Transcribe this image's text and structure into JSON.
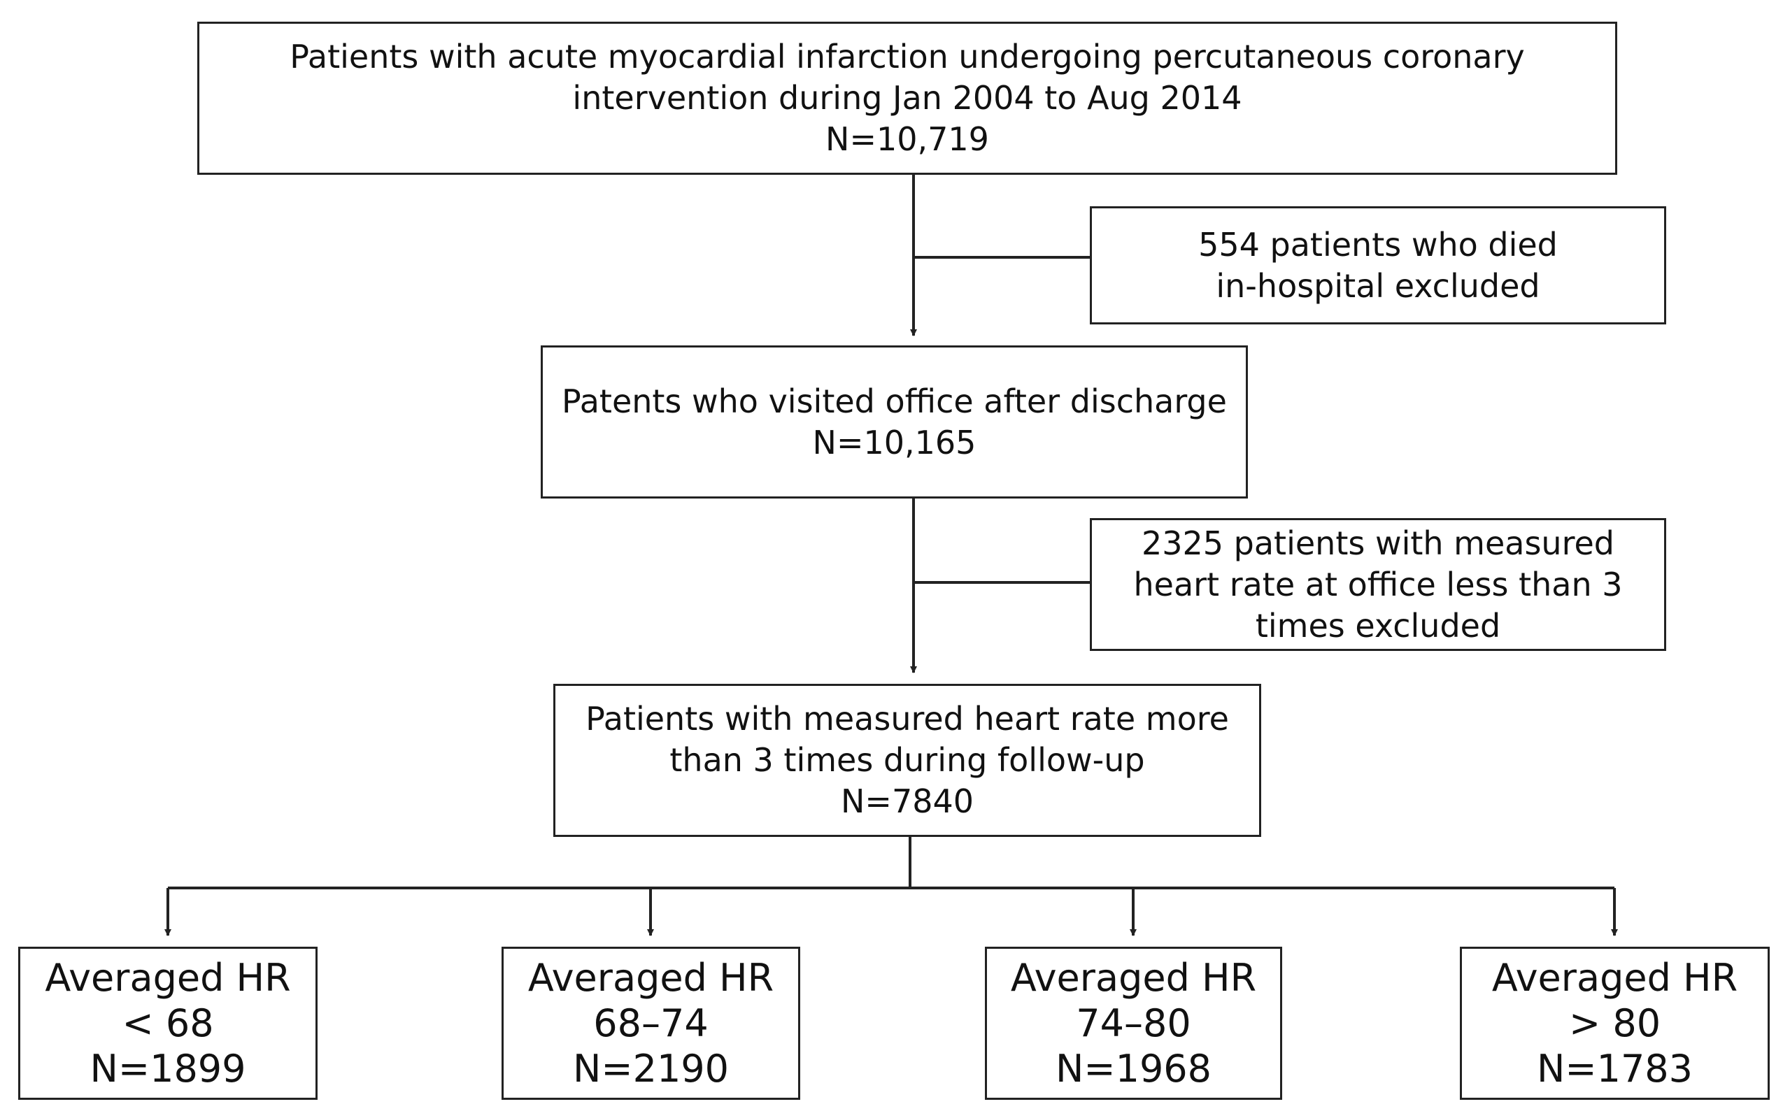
{
  "flowchart": {
    "enrollment": {
      "lines": [
        "Patients with acute myocardial infarction undergoing percutaneous coronary",
        "intervention during Jan 2004 to Aug 2014",
        "N=10,719"
      ]
    },
    "exclusion_1": {
      "lines": [
        "554 patients who died",
        "in-hospital excluded"
      ]
    },
    "office_visit": {
      "lines": [
        "Patents who visited office after discharge",
        "N=10,165"
      ]
    },
    "exclusion_2": {
      "lines": [
        "2325 patients with measured",
        "heart rate at office less than 3",
        "times excluded"
      ]
    },
    "analysis_cohort": {
      "lines": [
        "Patients with measured heart rate more",
        "than 3 times during follow-up",
        "N=7840"
      ]
    },
    "groups": [
      {
        "title": "Averaged HR",
        "range": "< 68",
        "n": "N=1899"
      },
      {
        "title": "Averaged HR",
        "range": "68–74",
        "n": "N=2190"
      },
      {
        "title": "Averaged HR",
        "range": "74–80",
        "n": "N=1968"
      },
      {
        "title": "Averaged HR",
        "range": "> 80",
        "n": "N=1783"
      }
    ]
  }
}
